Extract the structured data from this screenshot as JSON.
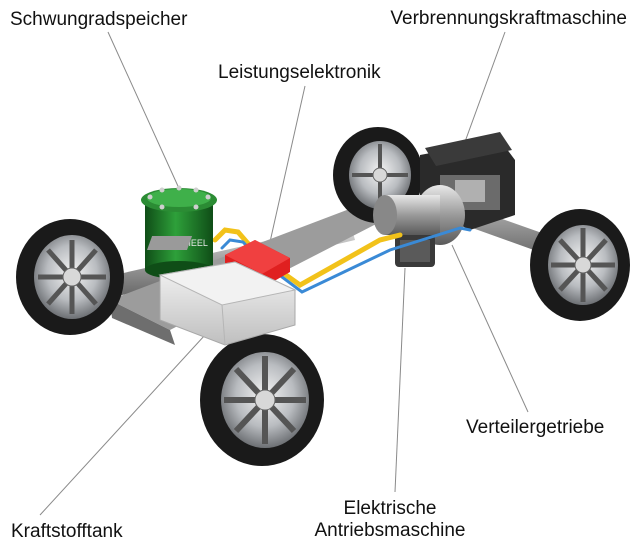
{
  "labels": {
    "schwungradspeicher": "Schwungradspeicher",
    "verbrennungskraftmaschine": "Verbrennungskraftmaschine",
    "leistungselektronik": "Leistungselektronik",
    "verteilergetriebe": "Verteilergetriebe",
    "elektrische_antriebsmaschine": [
      "Elektrische",
      "Antriebsmaschine"
    ],
    "kraftstofftank": "Kraftstofftank"
  },
  "flywheel_text": "FLYWHEEL",
  "colors": {
    "tire": "#1a1a1a",
    "rim": "#c9ccd0",
    "flywheel": "#1f7a2a",
    "power_electronics": "#e02020",
    "cable_yellow": "#f2c21a",
    "cable_blue": "#3a8ad6",
    "tank": "#e6e6e6",
    "engine": "#2a2a2a",
    "leader_line": "#8a8a8a"
  }
}
